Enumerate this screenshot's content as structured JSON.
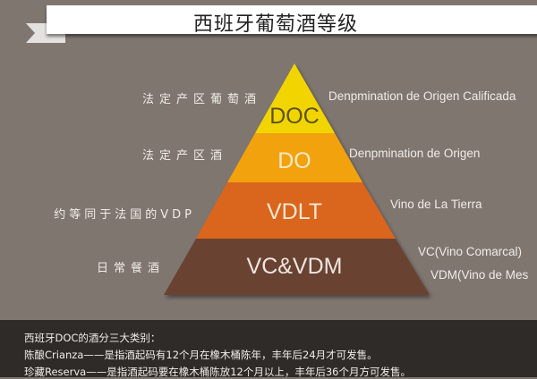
{
  "title": "西班牙葡萄酒等级",
  "levels": [
    {
      "name": "DOC",
      "left": "法定产区葡萄酒",
      "right": [
        "Denpmination de Origen Calificada"
      ],
      "color": "#f2d500",
      "text_color": "#5b5218"
    },
    {
      "name": "DO",
      "left": "法定产区酒",
      "right": [
        "Denpmination de Origen"
      ],
      "color": "#f2a20a",
      "text_color": "#fbe9c8"
    },
    {
      "name": "VDLT",
      "left": "约等同于法国的VDP",
      "right": [
        "Vino de La Tierra"
      ],
      "color": "#d9661c",
      "text_color": "#fbe6d4"
    },
    {
      "name": "VC&VDM",
      "left": "日常餐酒",
      "right": [
        "VC(Vino Comarcal)",
        "VDM(Vino de Mes"
      ],
      "color": "#6b4332",
      "text_color": "#f0e6e0"
    }
  ],
  "notes": {
    "heading": "西班牙DOC的酒分三大类别：",
    "lines": [
      "陈酿Crianza——是指酒起码有12个月在橡木桶陈年，丰年后24月才可发售。",
      "珍藏Reserva——是指酒起码要在橡木桶陈放12个月以上，丰年后36个月方可发售。"
    ]
  }
}
